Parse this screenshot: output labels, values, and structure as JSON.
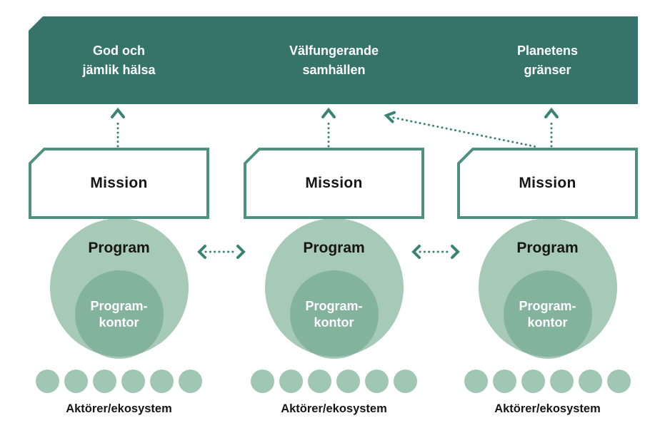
{
  "colors": {
    "banner_background": "#36746a",
    "mission_border": "#4e917f",
    "program_circle": "#a6c9b8",
    "office_circle": "rgba(110,165,140,0.62)",
    "actor_dot": "#a0c6b4",
    "arrow": "#3a8370",
    "text_dark": "#161616",
    "text_light": "#ffffff"
  },
  "columns": [
    {
      "goal": [
        "God och",
        "jämlik hälsa"
      ],
      "mission": "Mission",
      "program": "Program",
      "office": [
        "Program-",
        "kontor"
      ],
      "actors": "Aktörer/ekosystem",
      "dot_count": 6
    },
    {
      "goal": [
        "Välfungerande",
        "samhällen"
      ],
      "mission": "Mission",
      "program": "Program",
      "office": [
        "Program-",
        "kontor"
      ],
      "actors": "Aktörer/ekosystem",
      "dot_count": 6
    },
    {
      "goal": [
        "Planetens",
        "gränser"
      ],
      "mission": "Mission",
      "program": "Program",
      "office": [
        "Program-",
        "kontor"
      ],
      "actors": "Aktörer/ekosystem",
      "dot_count": 6
    }
  ]
}
